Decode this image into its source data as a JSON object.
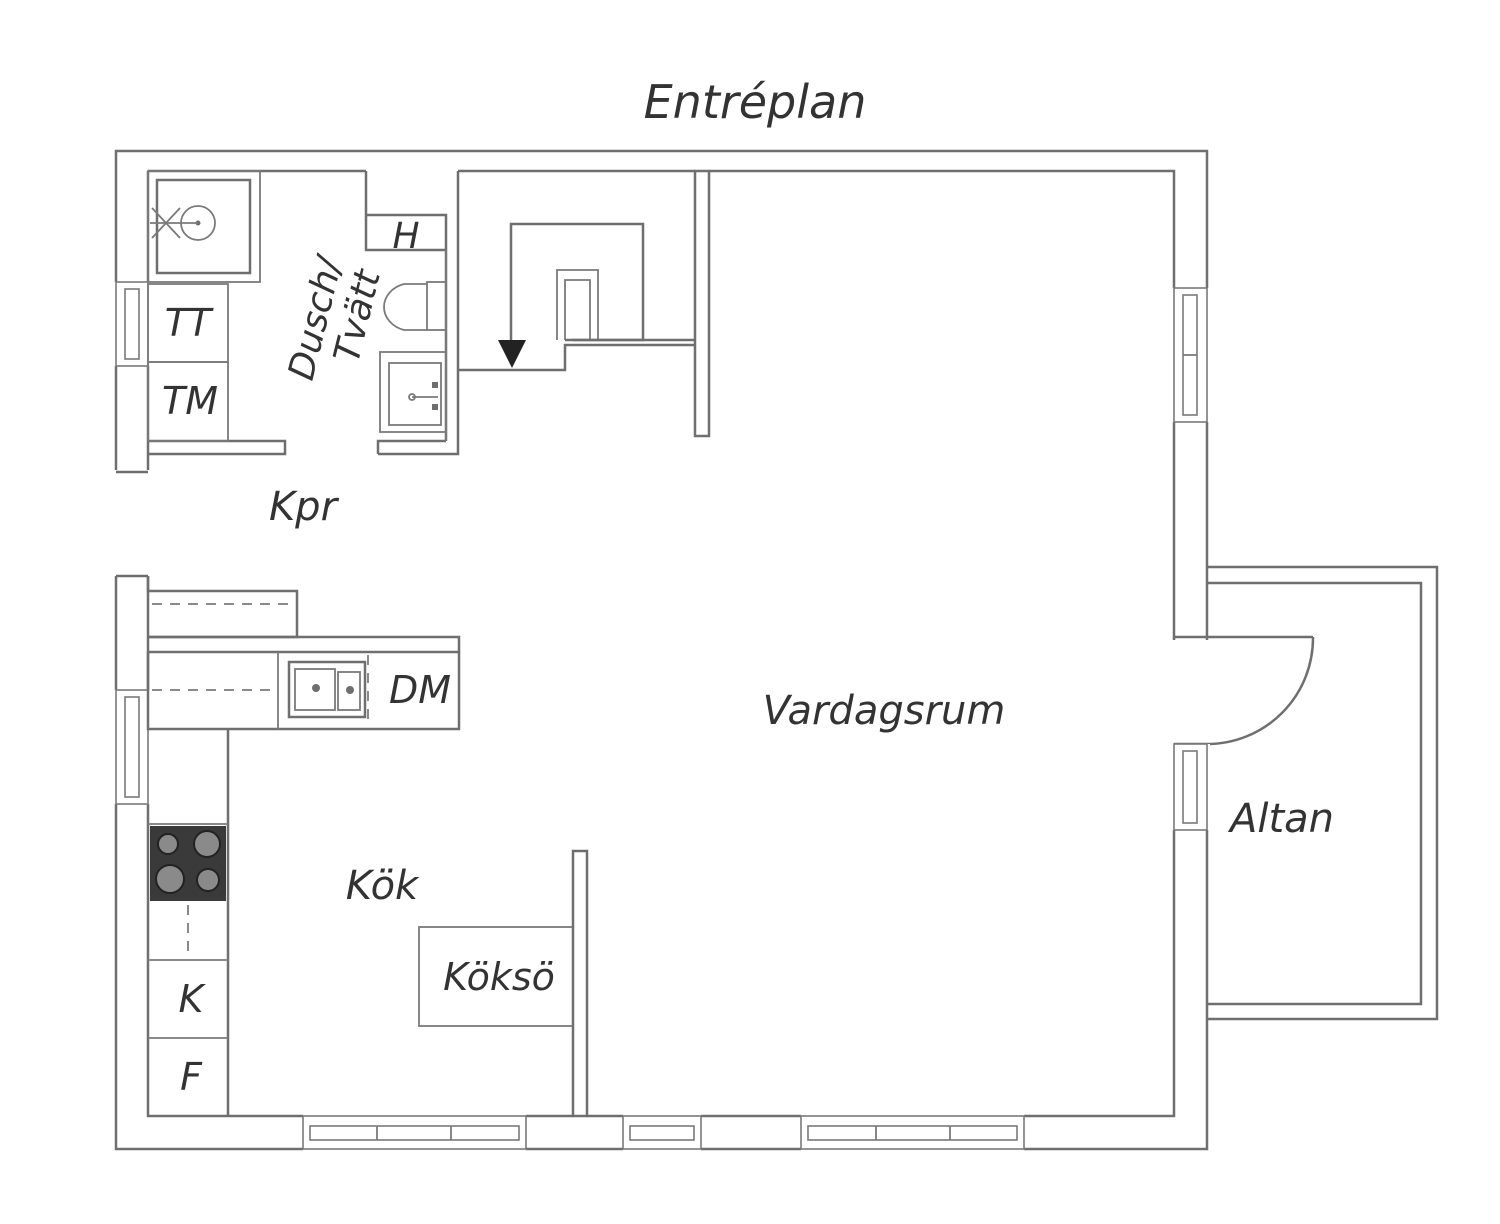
{
  "title": "Entréplan",
  "rooms": {
    "dusch_tvatt_line1": "Dusch/",
    "dusch_tvatt_line2": "Tvätt",
    "hallway": "Kpr",
    "living_room": "Vardagsrum",
    "kitchen": "Kök",
    "kitchen_island": "Köksö",
    "terrace": "Altan"
  },
  "appliances": {
    "tumble_dryer": "TT",
    "washing_machine": "TM",
    "shelf": "H",
    "dishwasher": "DM",
    "fridge": "K",
    "freezer": "F"
  },
  "icons": [
    "shower-icon",
    "toilet-icon",
    "washbasin-icon",
    "kitchen-sink-icon",
    "stove-icon",
    "stair-arrow-icon",
    "door-swing-icon"
  ]
}
